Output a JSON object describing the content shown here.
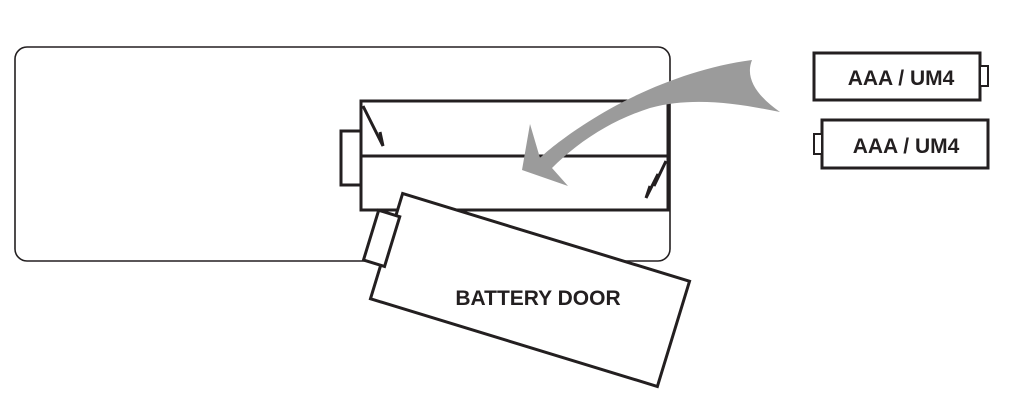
{
  "labels": {
    "battery_top": "AAA / UM4",
    "battery_bottom": "AAA / UM4",
    "battery_door": "BATTERY DOOR"
  },
  "colors": {
    "line": "#231f20",
    "arrow": "#9b9b9b",
    "background": "#ffffff"
  }
}
